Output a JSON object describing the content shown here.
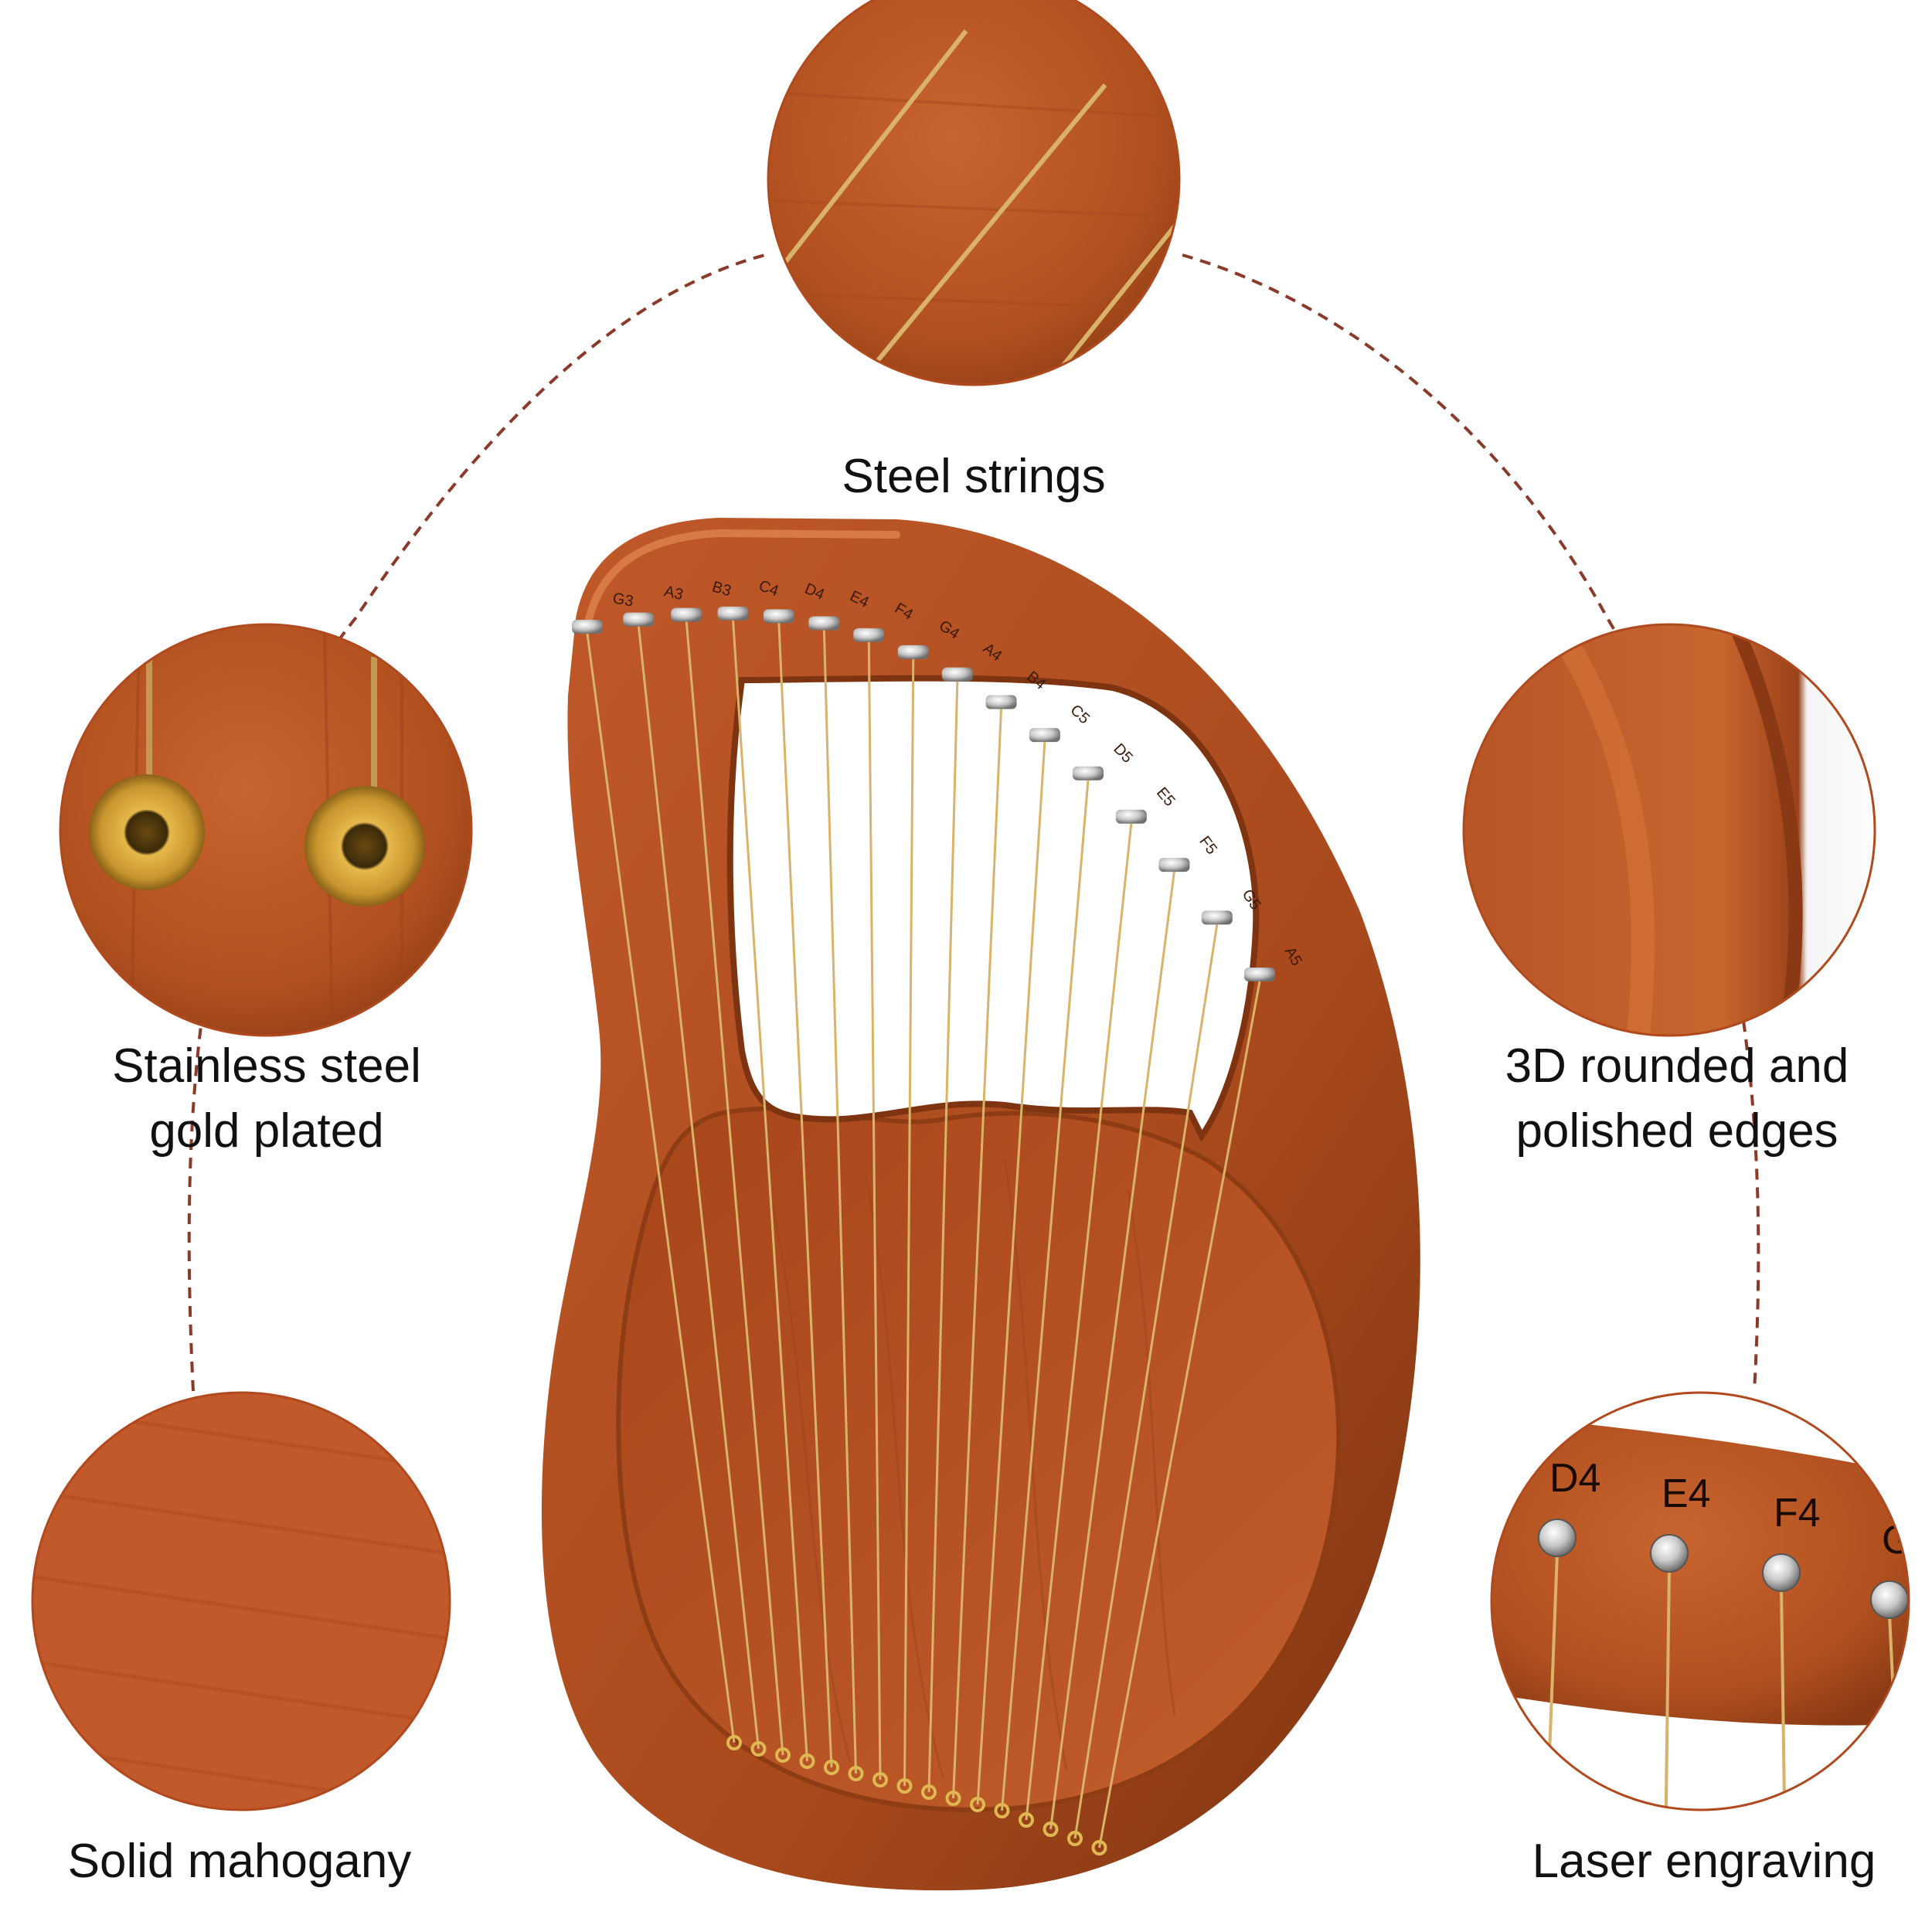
{
  "colors": {
    "wood_light": "#c8642f",
    "wood_mid": "#b1501f",
    "wood_dark": "#8a3a14",
    "string_gold": "#d9b36a",
    "peg_silver": "#c9c9c9",
    "dashed_line": "#8b3a2a",
    "caption_text": "#111111"
  },
  "features": [
    {
      "id": "steel-strings",
      "lines": [
        "Steel strings"
      ]
    },
    {
      "id": "stainless-steel",
      "lines": [
        "Stainless steel",
        "gold plated"
      ]
    },
    {
      "id": "rounded-edges",
      "lines": [
        "3D rounded and",
        "polished edges"
      ]
    },
    {
      "id": "solid-mahogany",
      "lines": [
        "Solid mahogany"
      ]
    },
    {
      "id": "laser-engraving",
      "lines": [
        "Laser engraving"
      ]
    }
  ],
  "harp": {
    "note_labels": [
      "G3",
      "A3",
      "B3",
      "C4",
      "D4",
      "E4",
      "F4",
      "G4",
      "A4",
      "B4",
      "C5",
      "D5",
      "E5",
      "F5",
      "G5",
      "A5"
    ]
  },
  "engraving_closeup": {
    "labels": [
      "D4",
      "E4",
      "F4",
      "G"
    ]
  }
}
